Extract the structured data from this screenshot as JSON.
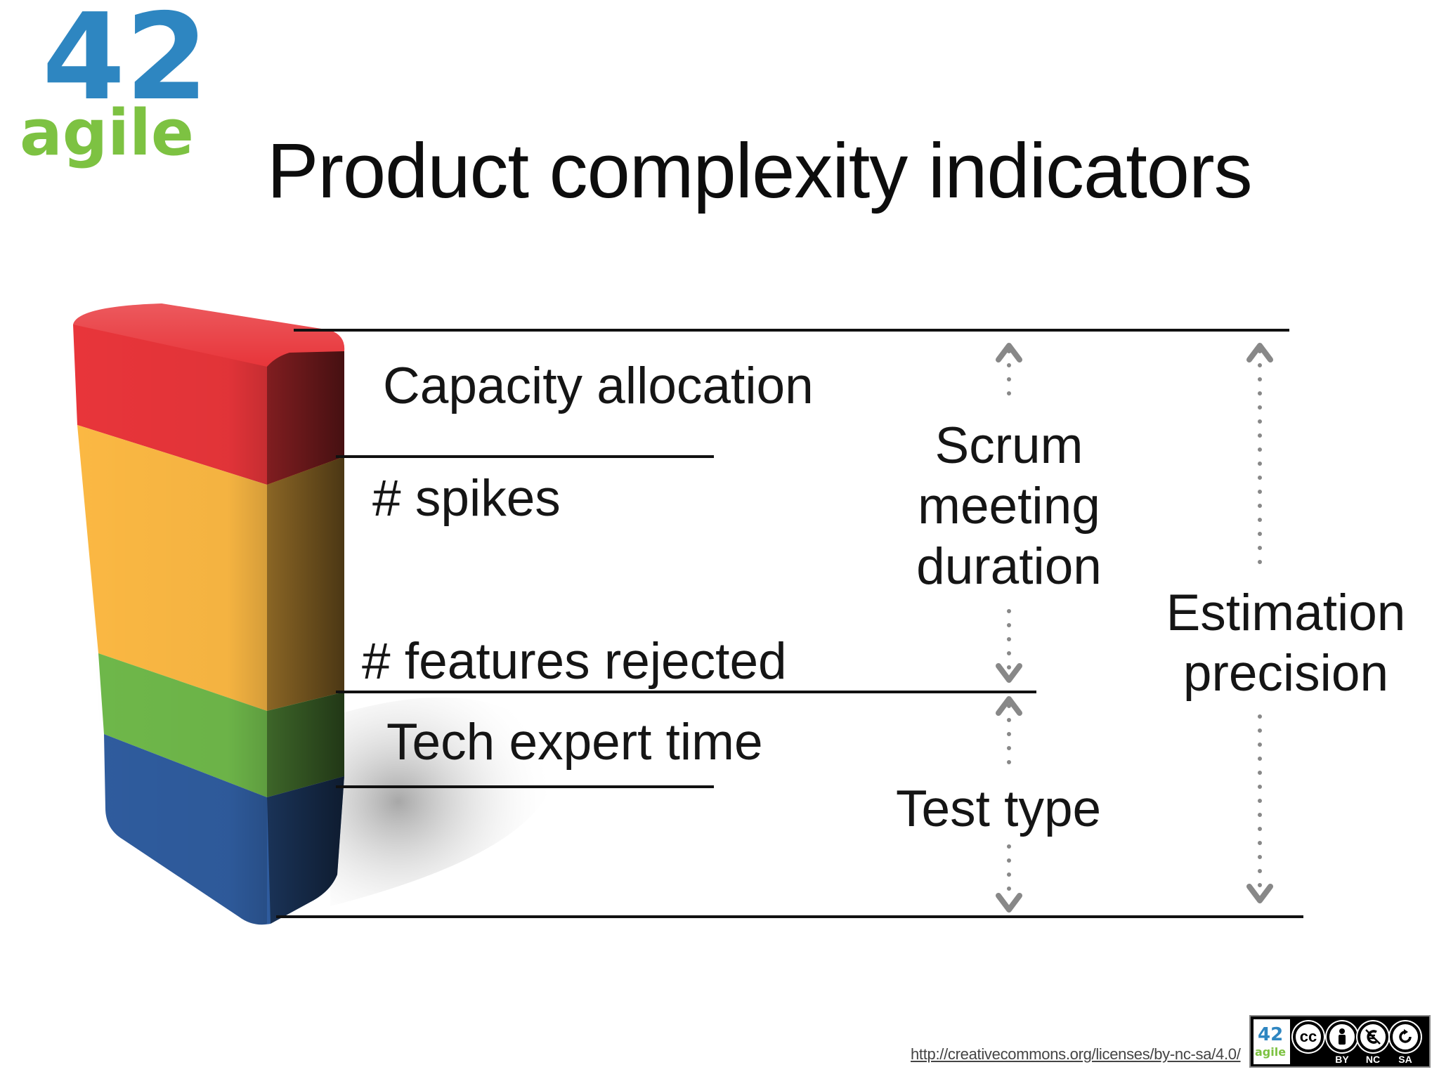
{
  "slide": {
    "title": "Product complexity indicators"
  },
  "logo": {
    "number": "42",
    "word": "agile",
    "colors": {
      "number": "#2e86c1",
      "word": "#7dc242"
    }
  },
  "block": {
    "layers": [
      {
        "name": "red",
        "color": "#e8353a"
      },
      {
        "name": "orange",
        "color": "#fbb843"
      },
      {
        "name": "green",
        "color": "#6fb84a"
      },
      {
        "name": "blue",
        "color": "#2f5c9e"
      }
    ]
  },
  "indicators": {
    "capacity_allocation": "Capacity allocation",
    "spikes": "# spikes",
    "features_rejected": "# features rejected",
    "tech_expert_time": "Tech expert time"
  },
  "ranges": {
    "scrum_meeting_duration": [
      "Scrum",
      "meeting",
      "duration"
    ],
    "test_type": "Test type",
    "estimation_precision": [
      "Estimation",
      "precision"
    ]
  },
  "footer": {
    "license_url": "http://creativecommons.org/licenses/by-nc-sa/4.0/",
    "badge": {
      "cc": "cc",
      "by": "BY",
      "nc": "NC",
      "sa": "SA"
    }
  },
  "colors": {
    "arrow": "#888888",
    "line": "#111111"
  }
}
